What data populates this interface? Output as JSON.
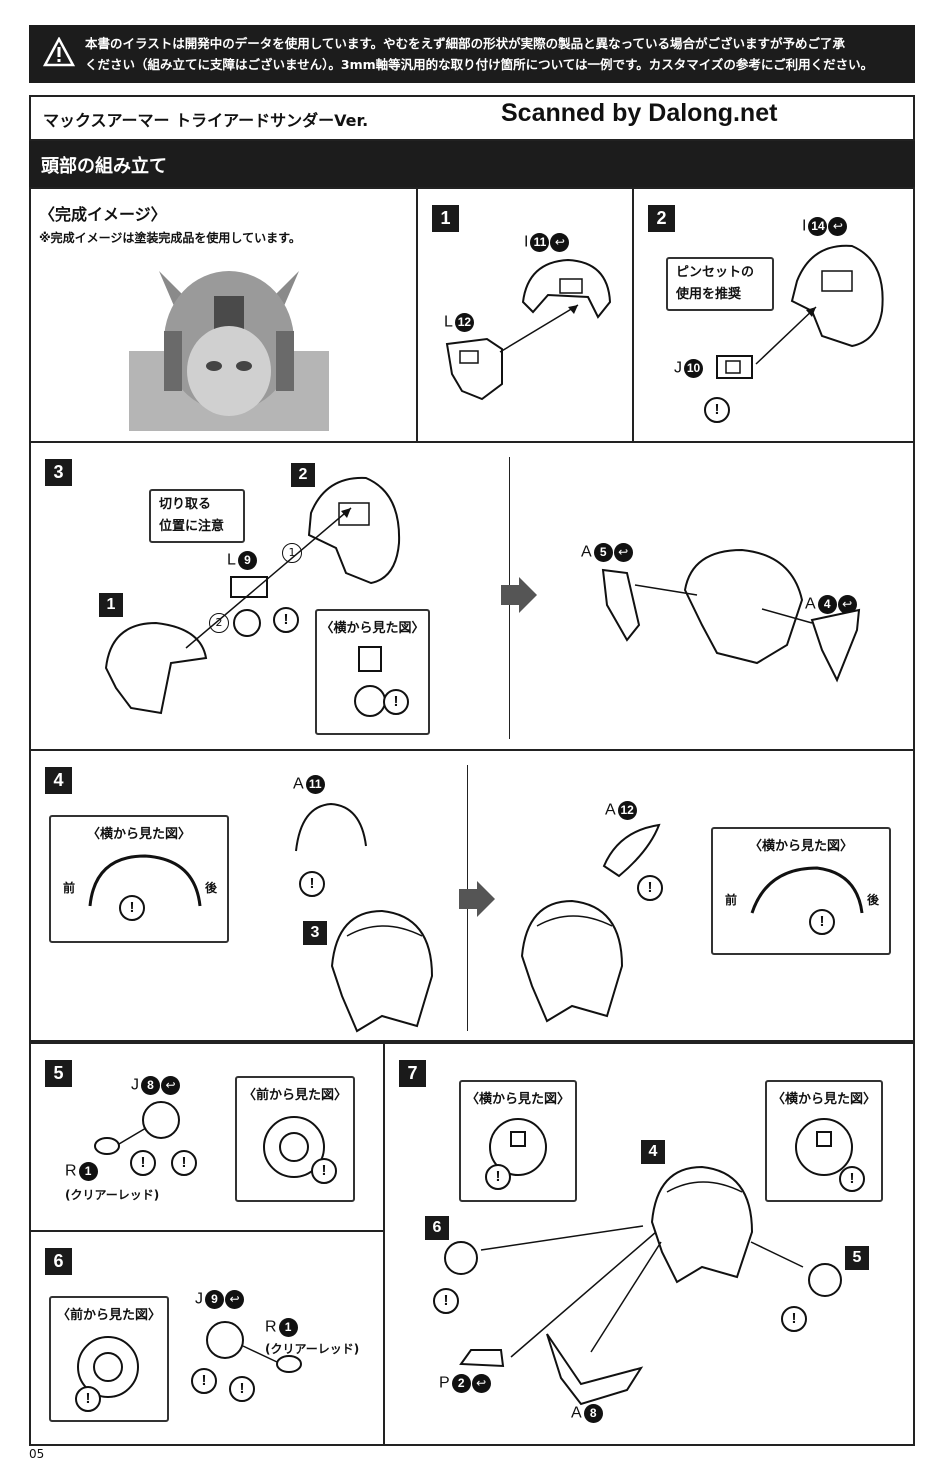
{
  "warning": "本書のイラストは開発中のデータを使用しています。やむをえず細部の形状が実際の製品と異なっている場合がございますが予めご了承\nください（組み立てに支障はございません）。3mm軸等汎用的な取り付け箇所については一例です。カスタマイズの参考にご利用ください。",
  "title": "マックスアーマー トライアードサンダーVer.",
  "watermark": "Scanned by Dalong.net",
  "section": "頭部の組み立て",
  "preview": {
    "heading": "〈完成イメージ〉",
    "note": "※完成イメージは塗装完成品を使用しています。"
  },
  "steps": {
    "s1": {
      "num": "1",
      "partI": "I",
      "partIno": "11",
      "partL": "L",
      "partLno": "12"
    },
    "s2": {
      "num": "2",
      "partI": "I",
      "partIno": "14",
      "partJ": "J",
      "partJno": "10",
      "tip": "ピンセットの\n使用を推奨",
      "excl": "!"
    },
    "s3": {
      "num": "3",
      "ref1": "1",
      "ref2": "2",
      "partL": "L",
      "partLno": "9",
      "order1": "1",
      "order2": "2",
      "cut": "切り取る\n位置に注意",
      "side": "〈横から見た図〉",
      "partA1": "A",
      "partA1no": "5",
      "partA2": "A",
      "partA2no": "4",
      "excl": "!"
    },
    "s4": {
      "num": "4",
      "partA1": "A",
      "partA1no": "11",
      "partA2": "A",
      "partA2no": "12",
      "ref3": "3",
      "side": "〈横から見た図〉",
      "front": "前",
      "back": "後",
      "excl": "!"
    },
    "s5": {
      "num": "5",
      "partJ": "J",
      "partJno": "8",
      "partR": "R",
      "partRno": "1",
      "clear": "(クリアーレッド)",
      "front": "〈前から見た図〉",
      "excl": "!"
    },
    "s6": {
      "num": "6",
      "partJ": "J",
      "partJno": "9",
      "partR": "R",
      "partRno": "1",
      "clear": "(クリアーレッド)",
      "front": "〈前から見た図〉",
      "excl": "!"
    },
    "s7": {
      "num": "7",
      "ref4": "4",
      "ref5": "5",
      "ref6": "6",
      "partP": "P",
      "partPno": "2",
      "partA": "A",
      "partAno": "8",
      "side": "〈横から見た図〉",
      "excl": "!"
    }
  },
  "page_number": "05"
}
